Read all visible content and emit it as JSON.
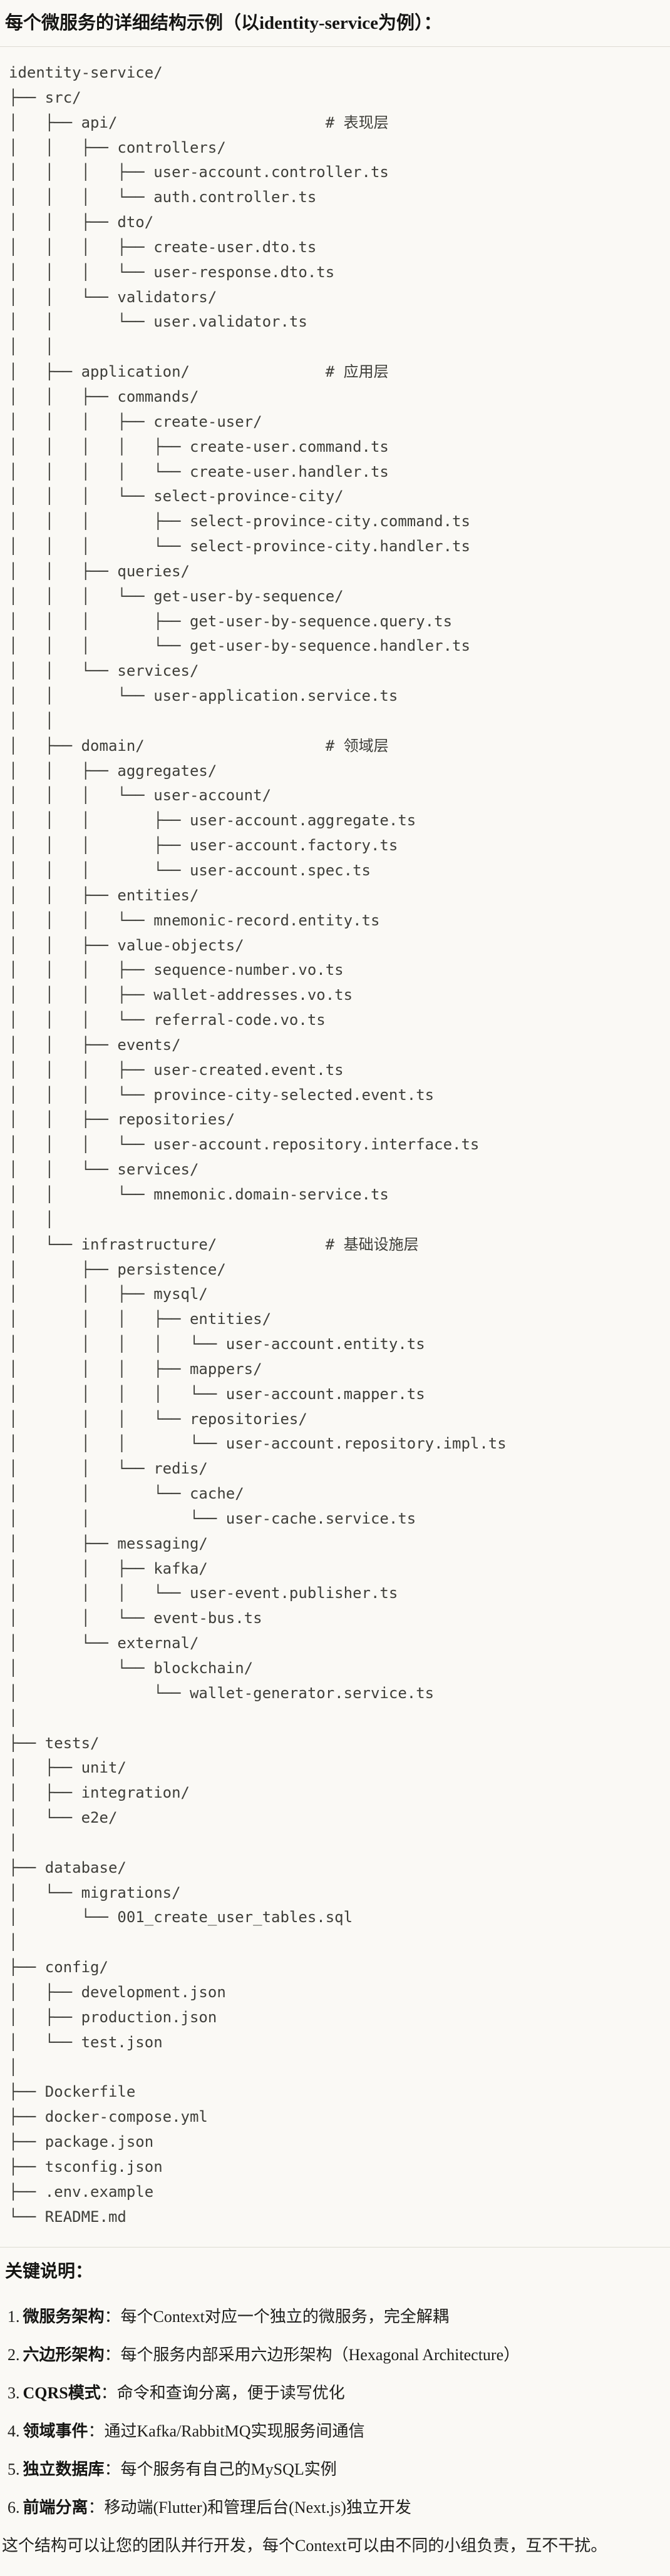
{
  "page": {
    "title": "每个微服务的详细结构示例（以identity-service为例）："
  },
  "code_block": {
    "tree_lines": [
      "identity-service/",
      "├── src/",
      "│   ├── api/                       # 表现层",
      "│   │   ├── controllers/",
      "│   │   │   ├── user-account.controller.ts",
      "│   │   │   └── auth.controller.ts",
      "│   │   ├── dto/",
      "│   │   │   ├── create-user.dto.ts",
      "│   │   │   └── user-response.dto.ts",
      "│   │   └── validators/",
      "│   │       └── user.validator.ts",
      "│   │",
      "│   ├── application/               # 应用层",
      "│   │   ├── commands/",
      "│   │   │   ├── create-user/",
      "│   │   │   │   ├── create-user.command.ts",
      "│   │   │   │   └── create-user.handler.ts",
      "│   │   │   └── select-province-city/",
      "│   │   │       ├── select-province-city.command.ts",
      "│   │   │       └── select-province-city.handler.ts",
      "│   │   ├── queries/",
      "│   │   │   └── get-user-by-sequence/",
      "│   │   │       ├── get-user-by-sequence.query.ts",
      "│   │   │       └── get-user-by-sequence.handler.ts",
      "│   │   └── services/",
      "│   │       └── user-application.service.ts",
      "│   │",
      "│   ├── domain/                    # 领域层",
      "│   │   ├── aggregates/",
      "│   │   │   └── user-account/",
      "│   │   │       ├── user-account.aggregate.ts",
      "│   │   │       ├── user-account.factory.ts",
      "│   │   │       └── user-account.spec.ts",
      "│   │   ├── entities/",
      "│   │   │   └── mnemonic-record.entity.ts",
      "│   │   ├── value-objects/",
      "│   │   │   ├── sequence-number.vo.ts",
      "│   │   │   ├── wallet-addresses.vo.ts",
      "│   │   │   └── referral-code.vo.ts",
      "│   │   ├── events/",
      "│   │   │   ├── user-created.event.ts",
      "│   │   │   └── province-city-selected.event.ts",
      "│   │   ├── repositories/",
      "│   │   │   └── user-account.repository.interface.ts",
      "│   │   └── services/",
      "│   │       └── mnemonic.domain-service.ts",
      "│   │",
      "│   └── infrastructure/            # 基础设施层",
      "│       ├── persistence/",
      "│       │   ├── mysql/",
      "│       │   │   ├── entities/",
      "│       │   │   │   └── user-account.entity.ts",
      "│       │   │   ├── mappers/",
      "│       │   │   │   └── user-account.mapper.ts",
      "│       │   │   └── repositories/",
      "│       │   │       └── user-account.repository.impl.ts",
      "│       │   └── redis/",
      "│       │       └── cache/",
      "│       │           └── user-cache.service.ts",
      "│       ├── messaging/",
      "│       │   ├── kafka/",
      "│       │   │   └── user-event.publisher.ts",
      "│       │   └── event-bus.ts",
      "│       └── external/",
      "│           └── blockchain/",
      "│               └── wallet-generator.service.ts",
      "│",
      "├── tests/",
      "│   ├── unit/",
      "│   ├── integration/",
      "│   └── e2e/",
      "│",
      "├── database/",
      "│   └── migrations/",
      "│       └── 001_create_user_tables.sql",
      "│",
      "├── config/",
      "│   ├── development.json",
      "│   ├── production.json",
      "│   └── test.json",
      "│",
      "├── Dockerfile",
      "├── docker-compose.yml",
      "├── package.json",
      "├── tsconfig.json",
      "├── .env.example",
      "└── README.md"
    ]
  },
  "notes": {
    "heading": "关键说明：",
    "items": [
      {
        "num": "1.",
        "label": "微服务架构",
        "text": "：每个Context对应一个独立的微服务，完全解耦"
      },
      {
        "num": "2.",
        "label": "六边形架构",
        "text": "：每个服务内部采用六边形架构（Hexagonal Architecture）"
      },
      {
        "num": "3.",
        "label": "CQRS模式",
        "text": "：命令和查询分离，便于读写优化"
      },
      {
        "num": "4.",
        "label": "领域事件",
        "text": "：通过Kafka/RabbitMQ实现服务间通信"
      },
      {
        "num": "5.",
        "label": "独立数据库",
        "text": "：每个服务有自己的MySQL实例"
      },
      {
        "num": "6.",
        "label": "前端分离",
        "text": "：移动端(Flutter)和管理后台(Next.js)独立开发"
      }
    ],
    "conclusion": "这个结构可以让您的团队并行开发，每个Context可以由不同的小组负责，互不干扰。"
  }
}
